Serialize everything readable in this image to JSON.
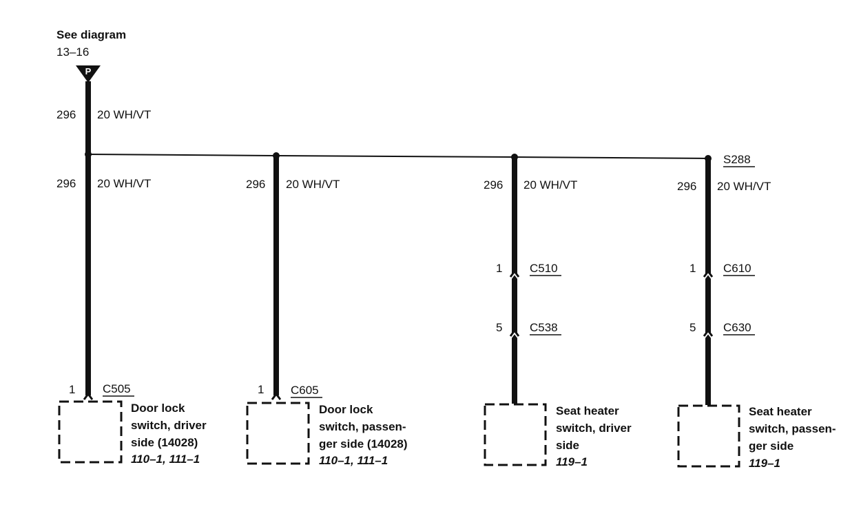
{
  "source": {
    "see_label": "See diagram",
    "page_ref": "13–16",
    "connector_letter": "P",
    "circuit": "296",
    "wire": "20 WH/VT"
  },
  "splice": {
    "id": "S288"
  },
  "branches": [
    {
      "circuit": "296",
      "wire": "20 WH/VT",
      "connectors": [],
      "end_pin": "1",
      "end_connector": "C505",
      "component_lines": [
        "Door lock",
        "switch, driver",
        "side (14028)"
      ],
      "ref": "110–1, 111–1"
    },
    {
      "circuit": "296",
      "wire": "20 WH/VT",
      "connectors": [],
      "end_pin": "1",
      "end_connector": "C605",
      "component_lines": [
        "Door lock",
        "switch, passen-",
        "ger side (14028)"
      ],
      "ref": "110–1, 111–1"
    },
    {
      "circuit": "296",
      "wire": "20 WH/VT",
      "connectors": [
        {
          "pin": "1",
          "id": "C510"
        },
        {
          "pin": "5",
          "id": "C538"
        }
      ],
      "end_pin": "",
      "end_connector": "",
      "component_lines": [
        "Seat heater",
        "switch, driver",
        "side"
      ],
      "ref": "119–1"
    },
    {
      "circuit": "296",
      "wire": "20 WH/VT",
      "connectors": [
        {
          "pin": "1",
          "id": "C610"
        },
        {
          "pin": "5",
          "id": "C630"
        }
      ],
      "end_pin": "",
      "end_connector": "",
      "component_lines": [
        "Seat heater",
        "switch, passen-",
        "ger side"
      ],
      "ref": "119–1"
    }
  ]
}
